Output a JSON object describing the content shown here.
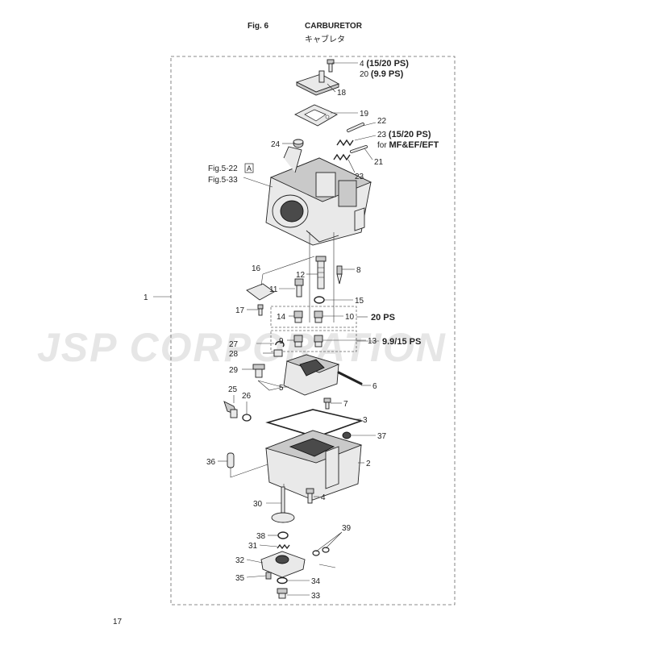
{
  "header": {
    "fig": "Fig. 6",
    "title": "CARBURETOR",
    "title_jp": "キャブレタ"
  },
  "watermark": "JSP CORPORATION",
  "page_number": "17",
  "callouts": {
    "p1": "1",
    "p2": "2",
    "p3": "3",
    "p4a": "4",
    "p4a_note": "(15/20 PS)",
    "p20": "20",
    "p20_note": "(9.9 PS)",
    "p4b": "4",
    "p5": "5",
    "p6": "6",
    "p7": "7",
    "p8": "8",
    "p9": "9",
    "p10": "10",
    "p11": "11",
    "p12": "12",
    "p13": "13",
    "p14": "14",
    "p15": "15",
    "p16": "16",
    "p17": "17",
    "p18": "18",
    "p19": "19",
    "p21": "21",
    "p22": "22",
    "p23a": "23",
    "p23a_note": "(15/20 PS)",
    "p23a_for": "for MF&EF/EFT",
    "p23b": "23",
    "p24": "24",
    "p25": "25",
    "p26": "26",
    "p27": "27",
    "p28": "28",
    "p29": "29",
    "p30": "30",
    "p31": "31",
    "p32": "32",
    "p33": "33",
    "p34": "34",
    "p35": "35",
    "p36": "36",
    "p37": "37",
    "p38": "38",
    "p39": "39"
  },
  "refs": {
    "fig522": "Fig.5-22",
    "fig522_box": "A",
    "fig533": "Fig.5-33"
  },
  "groups": {
    "g20ps": "20 PS",
    "g99ps": "9.9/15 PS"
  }
}
